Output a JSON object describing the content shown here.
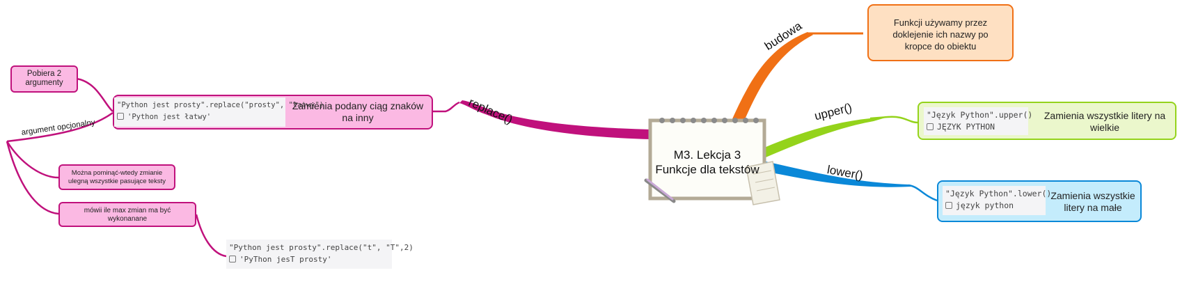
{
  "center": {
    "line1": "M3. Lekcja 3",
    "line2": "Funkcje dla tekstów"
  },
  "branches": {
    "budowa": {
      "label": "budowa",
      "color": "#f07015",
      "node_text": "Funkcji używamy przez doklejenie ich nazwy po kropce do obiektu"
    },
    "upper": {
      "label": "upper()",
      "color": "#94d31b",
      "code_line1": "\"Język Python\".upper()",
      "code_line2": "JĘZYK PYTHON",
      "desc": "Zamienia wszystkie litery na wielkie"
    },
    "lower": {
      "label": "lower()",
      "color": "#0a88d8",
      "code_line1": "\"Język Python\".lower()",
      "code_line2": "język python",
      "desc": "Zamienia wszystkie litery na małe"
    },
    "replace": {
      "label": "replace()",
      "color": "#c0117c",
      "code_line1": "\"Python jest prosty\".replace(\"prosty\", \"łatwy\")",
      "code_line2": "'Python jest łatwy'",
      "desc": "Zamienia podany ciąg znaków na inny",
      "args_node": "Pobiera 2 argumenty",
      "optional_label": "argument opcjonalny",
      "omit_node": "Można pominąć-wtedy zmianie ulegną wszystkie pasujące teksty",
      "count_node": "mówii ile max zmian ma być wykonanane",
      "example_line1": "\"Python jest prosty\".replace(\"t\", \"T\",2)",
      "example_line2": "'PyThon jesT prosty'"
    }
  }
}
